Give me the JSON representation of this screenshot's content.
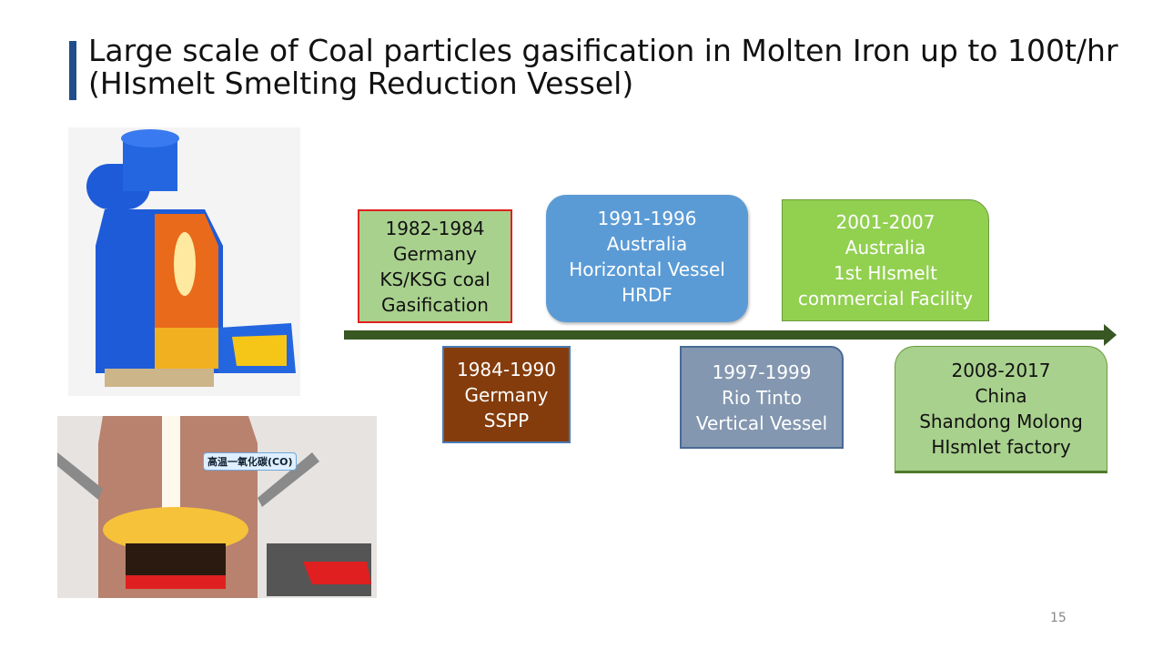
{
  "title": {
    "line1": "Large scale of Coal particles gasification in Molten Iron up to 100t/hr",
    "line2": "(HIsmelt Smelting Reduction Vessel)"
  },
  "image_label": "高温一氧化碳(CO)",
  "timeline": [
    {
      "period": "1982-1984",
      "lines": [
        "Germany",
        "KS/KSG coal",
        "Gasification"
      ],
      "color": "#a9d18e"
    },
    {
      "period": "1984-1990",
      "lines": [
        "Germany",
        "SSPP"
      ],
      "color": "#843c0c"
    },
    {
      "period": "1991-1996",
      "lines": [
        "Australia",
        "Horizontal Vessel",
        "HRDF"
      ],
      "color": "#5b9bd5"
    },
    {
      "period": "1997-1999",
      "lines": [
        "Rio Tinto",
        "Vertical Vessel"
      ],
      "color": "#8497b0"
    },
    {
      "period": "2001-2007",
      "lines": [
        "Australia",
        "1st HIsmelt",
        "commercial Facility"
      ],
      "color": "#92d050"
    },
    {
      "period": "2008-2017",
      "lines": [
        "China",
        "Shandong Molong",
        "HIsmlet factory"
      ],
      "color": "#a9d18e"
    }
  ],
  "page_number": "15"
}
